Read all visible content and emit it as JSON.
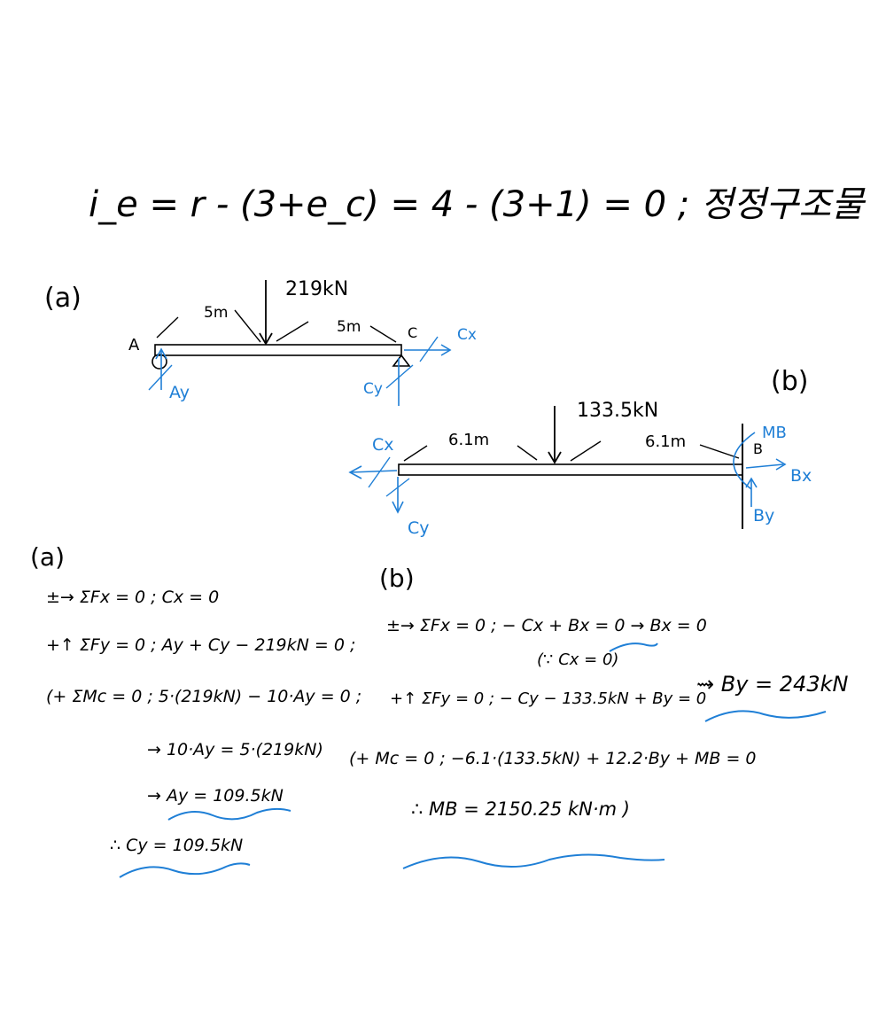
{
  "colors": {
    "ink": "#000000",
    "accent": "#1f7fd6"
  },
  "header": {
    "equation": "i_e = r - (3+e_c) = 4 - (3+1) = 0 ; 정정구조물"
  },
  "diagram_a": {
    "label": "(a)",
    "load": "219kN",
    "span_left": "5m",
    "span_right": "5m",
    "point_a": "A",
    "point_c": "C",
    "reaction_ay": "Ay",
    "reaction_cy": "Cy",
    "reaction_cx": "Cx"
  },
  "diagram_b": {
    "label": "(b)",
    "load": "133.5kN",
    "span_left": "6.1m",
    "span_right": "6.1m",
    "point_b": "B",
    "moment_mb": "MB",
    "reaction_bx": "Bx",
    "reaction_by": "By",
    "reaction_cx": "Cx",
    "reaction_cy": "Cy"
  },
  "solution_a": {
    "label": "(a)",
    "eq1": "±→ ΣFx = 0 ;   Cx = 0",
    "eq2": "+↑ ΣFy = 0 ;   Ay + Cy − 219kN = 0 ;",
    "eq3": "(+ ΣMc = 0 ;   5·(219kN) − 10·Ay = 0 ;",
    "eq4": "→ 10·Ay = 5·(219kN)",
    "eq5": "→ Ay = 109.5kN",
    "eq6": "∴ Cy = 109.5kN"
  },
  "solution_b": {
    "label": "(b)",
    "eq1": "±→ ΣFx = 0 ; − Cx + Bx = 0 → Bx = 0",
    "eq2": "(∵ Cx = 0)",
    "eq3": "+↑ ΣFy = 0 ; − Cy − 133.5kN + By = 0",
    "eq3_result": "⇝ By = 243kN",
    "eq4": "(+ Mc = 0 ; −6.1·(133.5kN) + 12.2·By + MB = 0",
    "eq5": "∴ MB = 2150.25 kN·m )"
  }
}
